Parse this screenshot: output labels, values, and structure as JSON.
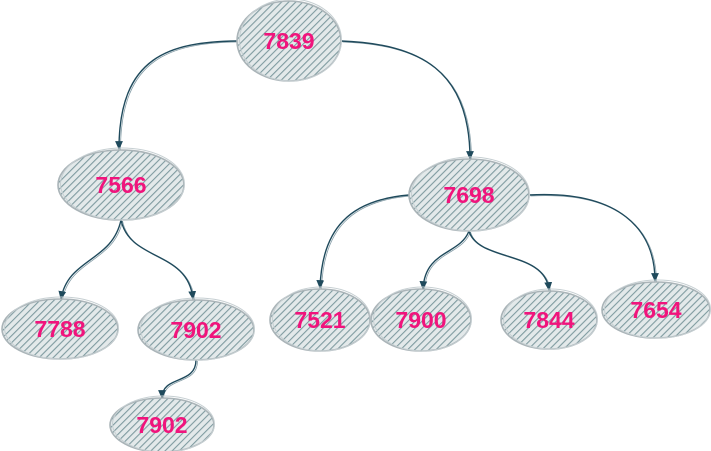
{
  "colors": {
    "node_text": "#f0147c",
    "node_fill": "#9eb4b8",
    "node_outline": "#aab4b8",
    "edge": "#1f4a5c",
    "background": "#ffffff"
  },
  "nodes": [
    {
      "id": "n7839",
      "label": "7839"
    },
    {
      "id": "n7566",
      "label": "7566"
    },
    {
      "id": "n7698",
      "label": "7698"
    },
    {
      "id": "n7788",
      "label": "7788"
    },
    {
      "id": "n7902a",
      "label": "7902"
    },
    {
      "id": "n7902b",
      "label": "7902"
    },
    {
      "id": "n7521",
      "label": "7521"
    },
    {
      "id": "n7900",
      "label": "7900"
    },
    {
      "id": "n7844",
      "label": "7844"
    },
    {
      "id": "n7654",
      "label": "7654"
    }
  ],
  "edges": [
    {
      "from": "n7839",
      "to": "n7566"
    },
    {
      "from": "n7839",
      "to": "n7698"
    },
    {
      "from": "n7566",
      "to": "n7788"
    },
    {
      "from": "n7566",
      "to": "n7902a"
    },
    {
      "from": "n7902a",
      "to": "n7902b"
    },
    {
      "from": "n7698",
      "to": "n7521"
    },
    {
      "from": "n7698",
      "to": "n7900"
    },
    {
      "from": "n7698",
      "to": "n7844"
    },
    {
      "from": "n7698",
      "to": "n7654"
    }
  ]
}
